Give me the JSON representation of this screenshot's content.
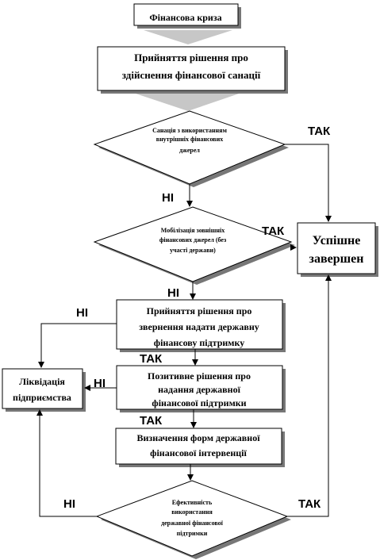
{
  "nodes": {
    "crisis": "Фінансова криза",
    "decision_sanation": [
      "Прийняття рішення про",
      "здійснення фінансової санації"
    ],
    "internal_sources": [
      "Санація з використанням",
      "внутрішніх фінансових",
      "джерел"
    ],
    "external_sources": [
      "Мобілізація зовнішніх",
      "фінансових джерел (без",
      "участі держави)"
    ],
    "success": [
      "Успішне",
      "завершен"
    ],
    "state_request": [
      "Прийняття рішення про",
      "звернення надати державну",
      "фінансову підтримку"
    ],
    "liquidation": [
      "Ліквідація",
      "підприємства"
    ],
    "positive_decision": [
      "Позитивне рішення про",
      "надання державної",
      "фінансової підтримки"
    ],
    "intervention_forms": [
      "Визначення форм державної",
      "фінансової інтервенції"
    ],
    "effectiveness": [
      "Ефективність",
      "використання",
      "державної фінансової",
      "підтримки"
    ]
  },
  "edges": {
    "yes_internal": "ТАК",
    "no_internal": "НІ",
    "yes_external": "ТАК",
    "no_external": "НІ",
    "no_state_request": "НІ",
    "yes_state_request": "ТАК",
    "no_positive": "НІ",
    "yes_positive": "ТАК",
    "no_effectiveness": "НІ",
    "yes_effectiveness": "ТАК"
  }
}
